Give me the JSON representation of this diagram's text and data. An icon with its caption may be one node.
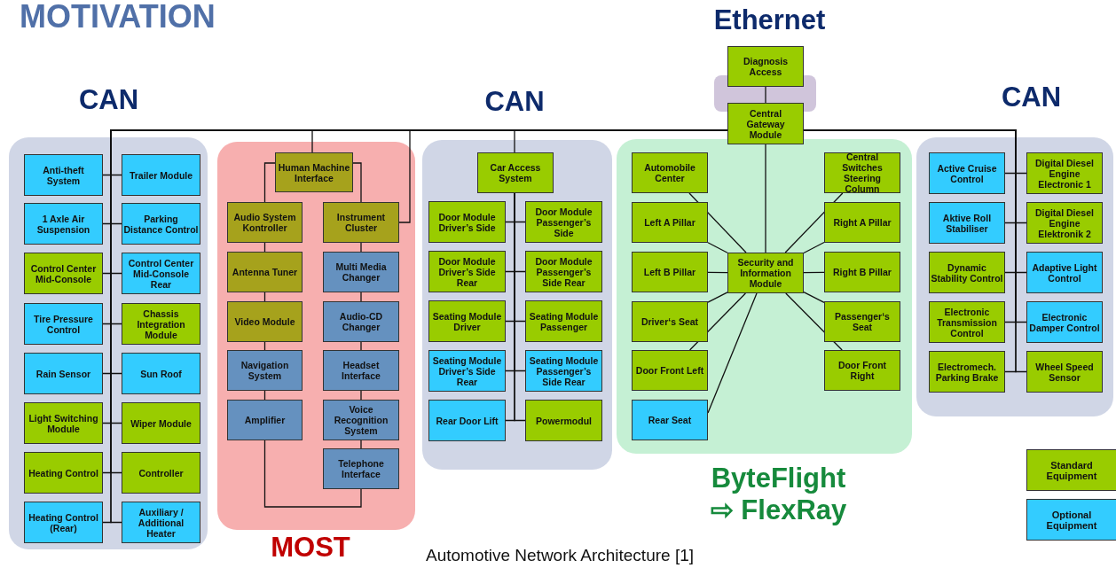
{
  "diagram": {
    "title": "MOTIVATION",
    "caption": "Automotive Network Architecture [1]",
    "nodes": [
      {
        "text": [
          "Diagnosis Access"
        ]
      },
      {
        "text": [
          "Central Gateway Module"
        ]
      },
      {
        "text": [
          "CAN"
        ]
      },
      {
        "text": [
          "Anti-theft System"
        ],
        "in": 2
      },
      {
        "text": [
          "Trailer Module"
        ],
        "in": 2
      },
      {
        "text": [
          "1 Axle Air Suspension"
        ],
        "in": 2
      },
      {
        "text": [
          "Parking Distance Control"
        ],
        "in": 2
      },
      {
        "text": [
          "Control Center Mid-Console"
        ],
        "in": 2
      },
      {
        "text": [
          "Control Center Mid-Console Rear"
        ],
        "in": 2
      },
      {
        "text": [
          "Tire Pressure Control"
        ],
        "in": 2
      },
      {
        "text": [
          "Chassis Integration Module"
        ],
        "in": 2
      },
      {
        "text": [
          "Rain Sensor"
        ],
        "in": 2
      },
      {
        "text": [
          "Sun Roof"
        ],
        "in": 2
      },
      {
        "text": [
          "Light Switching Module"
        ],
        "in": 2
      },
      {
        "text": [
          "Wiper Module"
        ],
        "in": 2
      },
      {
        "text": [
          "Heating Control"
        ],
        "in": 2
      },
      {
        "text": [
          "Controller"
        ],
        "in": 2
      },
      {
        "text": [
          "Heating Control (Rear)"
        ],
        "in": 2
      },
      {
        "text": [
          "Auxiliary / Additional Heater"
        ],
        "in": 2
      },
      {
        "text": [
          "MOST"
        ]
      },
      {
        "text": [
          "Human Machine Interface"
        ],
        "in": 19
      },
      {
        "text": [
          "Audio System Kontroller"
        ],
        "in": 19
      },
      {
        "text": [
          "Instrument Cluster"
        ],
        "in": 19
      },
      {
        "text": [
          "Antenna Tuner"
        ],
        "in": 19
      },
      {
        "text": [
          "Multi Media Changer"
        ],
        "in": 19
      },
      {
        "text": [
          "Video Module"
        ],
        "in": 19
      },
      {
        "text": [
          "Audio-CD Changer"
        ],
        "in": 19
      },
      {
        "text": [
          "Navigation System"
        ],
        "in": 19
      },
      {
        "text": [
          "Headset Interface"
        ],
        "in": 19
      },
      {
        "text": [
          "Amplifier"
        ],
        "in": 19
      },
      {
        "text": [
          "Voice Recognition System"
        ],
        "in": 19
      },
      {
        "text": [
          "Telephone Interface"
        ],
        "in": 19
      },
      {
        "text": [
          "CAN"
        ]
      },
      {
        "text": [
          "Car Access System"
        ],
        "in": 32
      },
      {
        "text": [
          "Door Module Driver’s Side"
        ],
        "in": 32
      },
      {
        "text": [
          "Door Module Passenger’s Side"
        ],
        "in": 32
      },
      {
        "text": [
          "Door Module Driver’s Side Rear"
        ],
        "in": 32
      },
      {
        "text": [
          "Door Module Passenger’s Side Rear"
        ],
        "in": 32
      },
      {
        "text": [
          "Seating Module Driver"
        ],
        "in": 32
      },
      {
        "text": [
          "Seating Module Passenger"
        ],
        "in": 32
      },
      {
        "text": [
          "Seating Module Driver’s Side Rear"
        ],
        "in": 32
      },
      {
        "text": [
          "Seating Module Passenger’s Side Rear"
        ],
        "in": 32
      },
      {
        "text": [
          "Rear Door Lift"
        ],
        "in": 32
      },
      {
        "text": [
          "Powermodul"
        ],
        "in": 32
      },
      {
        "text": [
          "ByteFlight ⇨ FlexRay"
        ]
      },
      {
        "text": [
          "Automobile Center"
        ],
        "in": 44
      },
      {
        "text": [
          "Central Switches Steering Column"
        ],
        "in": 44
      },
      {
        "text": [
          "Left A Pillar"
        ],
        "in": 44
      },
      {
        "text": [
          "Right A Pillar"
        ],
        "in": 44
      },
      {
        "text": [
          "Left B Pillar"
        ],
        "in": 44
      },
      {
        "text": [
          "Security and Information Module"
        ],
        "in": 44
      },
      {
        "text": [
          "Right B Pillar"
        ],
        "in": 44
      },
      {
        "text": [
          "Driver‘s Seat"
        ],
        "in": 44
      },
      {
        "text": [
          "Passenger‘s Seat"
        ],
        "in": 44
      },
      {
        "text": [
          "Door Front Left"
        ],
        "in": 44
      },
      {
        "text": [
          "Door Front Right"
        ],
        "in": 44
      },
      {
        "text": [
          "Rear Seat"
        ],
        "in": 44
      },
      {
        "text": [
          "CAN"
        ]
      },
      {
        "text": [
          "Active Cruise Control"
        ],
        "in": 57
      },
      {
        "text": [
          "Digital Diesel Engine Electronic 1"
        ],
        "in": 57
      },
      {
        "text": [
          "Aktive Roll Stabiliser"
        ],
        "in": 57
      },
      {
        "text": [
          "Digital Diesel Engine Elektronik 2"
        ],
        "in": 57
      },
      {
        "text": [
          "Dynamic Stability Control"
        ],
        "in": 57
      },
      {
        "text": [
          "Adaptive Light Control"
        ],
        "in": 57
      },
      {
        "text": [
          "Electronic Transmission Control"
        ],
        "in": 57
      },
      {
        "text": [
          "Electronic Damper Control"
        ],
        "in": 57
      },
      {
        "text": [
          "Electromech. Parking Brake"
        ],
        "in": 57
      },
      {
        "text": [
          "Wheel Speed Sensor"
        ],
        "in": 57
      }
    ],
    "edges": [
      {
        "from": 0,
        "to": 1,
        "arrow": "none"
      },
      {
        "from": 1,
        "to": 3,
        "arrow": "none"
      },
      {
        "from": 1,
        "to": 4,
        "arrow": "none"
      },
      {
        "from": 1,
        "to": 5,
        "arrow": "none"
      },
      {
        "from": 1,
        "to": 6,
        "arrow": "none"
      },
      {
        "from": 1,
        "to": 7,
        "arrow": "none"
      },
      {
        "from": 1,
        "to": 8,
        "arrow": "none"
      },
      {
        "from": 1,
        "to": 9,
        "arrow": "none"
      },
      {
        "from": 1,
        "to": 10,
        "arrow": "none"
      },
      {
        "from": 1,
        "to": 11,
        "arrow": "none"
      },
      {
        "from": 1,
        "to": 12,
        "arrow": "none"
      },
      {
        "from": 1,
        "to": 13,
        "arrow": "none"
      },
      {
        "from": 1,
        "to": 14,
        "arrow": "none"
      },
      {
        "from": 1,
        "to": 15,
        "arrow": "none"
      },
      {
        "from": 1,
        "to": 16,
        "arrow": "none"
      },
      {
        "from": 1,
        "to": 17,
        "arrow": "none"
      },
      {
        "from": 1,
        "to": 18,
        "arrow": "none"
      },
      {
        "from": 1,
        "to": 20,
        "arrow": "none"
      },
      {
        "from": 1,
        "to": 22,
        "arrow": "none"
      },
      {
        "from": 20,
        "to": 21,
        "arrow": "none"
      },
      {
        "from": 21,
        "to": 23,
        "arrow": "none"
      },
      {
        "from": 23,
        "to": 25,
        "arrow": "none"
      },
      {
        "from": 25,
        "to": 27,
        "arrow": "none"
      },
      {
        "from": 27,
        "to": 29,
        "arrow": "none"
      },
      {
        "from": 29,
        "to": 31,
        "arrow": "none"
      },
      {
        "from": 31,
        "to": 30,
        "arrow": "none"
      },
      {
        "from": 30,
        "to": 28,
        "arrow": "none"
      },
      {
        "from": 28,
        "to": 26,
        "arrow": "none"
      },
      {
        "from": 26,
        "to": 24,
        "arrow": "none"
      },
      {
        "from": 24,
        "to": 22,
        "arrow": "none"
      },
      {
        "from": 22,
        "to": 20,
        "arrow": "none"
      },
      {
        "from": 1,
        "to": 33,
        "arrow": "none"
      },
      {
        "from": 33,
        "to": 34,
        "arrow": "none"
      },
      {
        "from": 33,
        "to": 35,
        "arrow": "none"
      },
      {
        "from": 33,
        "to": 36,
        "arrow": "none"
      },
      {
        "from": 33,
        "to": 37,
        "arrow": "none"
      },
      {
        "from": 33,
        "to": 38,
        "arrow": "none"
      },
      {
        "from": 33,
        "to": 39,
        "arrow": "none"
      },
      {
        "from": 33,
        "to": 40,
        "arrow": "none"
      },
      {
        "from": 33,
        "to": 41,
        "arrow": "none"
      },
      {
        "from": 33,
        "to": 42,
        "arrow": "none"
      },
      {
        "from": 33,
        "to": 43,
        "arrow": "none"
      },
      {
        "from": 1,
        "to": 50,
        "arrow": "none"
      },
      {
        "from": 50,
        "to": 45,
        "arrow": "none"
      },
      {
        "from": 50,
        "to": 46,
        "arrow": "none"
      },
      {
        "from": 50,
        "to": 47,
        "arrow": "none"
      },
      {
        "from": 50,
        "to": 48,
        "arrow": "none"
      },
      {
        "from": 50,
        "to": 49,
        "arrow": "none"
      },
      {
        "from": 50,
        "to": 51,
        "arrow": "none"
      },
      {
        "from": 50,
        "to": 52,
        "arrow": "none"
      },
      {
        "from": 50,
        "to": 53,
        "arrow": "none"
      },
      {
        "from": 50,
        "to": 54,
        "arrow": "none"
      },
      {
        "from": 50,
        "to": 55,
        "arrow": "none"
      },
      {
        "from": 50,
        "to": 56,
        "arrow": "none"
      },
      {
        "from": 1,
        "to": 58,
        "arrow": "none"
      },
      {
        "from": 1,
        "to": 59,
        "arrow": "none"
      },
      {
        "from": 1,
        "to": 60,
        "arrow": "none"
      },
      {
        "from": 1,
        "to": 61,
        "arrow": "none"
      },
      {
        "from": 1,
        "to": 62,
        "arrow": "none"
      },
      {
        "from": 1,
        "to": 63,
        "arrow": "none"
      },
      {
        "from": 1,
        "to": 64,
        "arrow": "none"
      },
      {
        "from": 1,
        "to": 65,
        "arrow": "none"
      },
      {
        "from": 1,
        "to": 66,
        "arrow": "none"
      },
      {
        "from": 1,
        "to": 67,
        "arrow": "none"
      }
    ],
    "labels": [
      "Ethernet"
    ],
    "legend": [
      {
        "text": "Standard Equipment",
        "color": "#99cc00"
      },
      {
        "text": "Optional Equipment",
        "color": "#33ccff"
      }
    ]
  }
}
